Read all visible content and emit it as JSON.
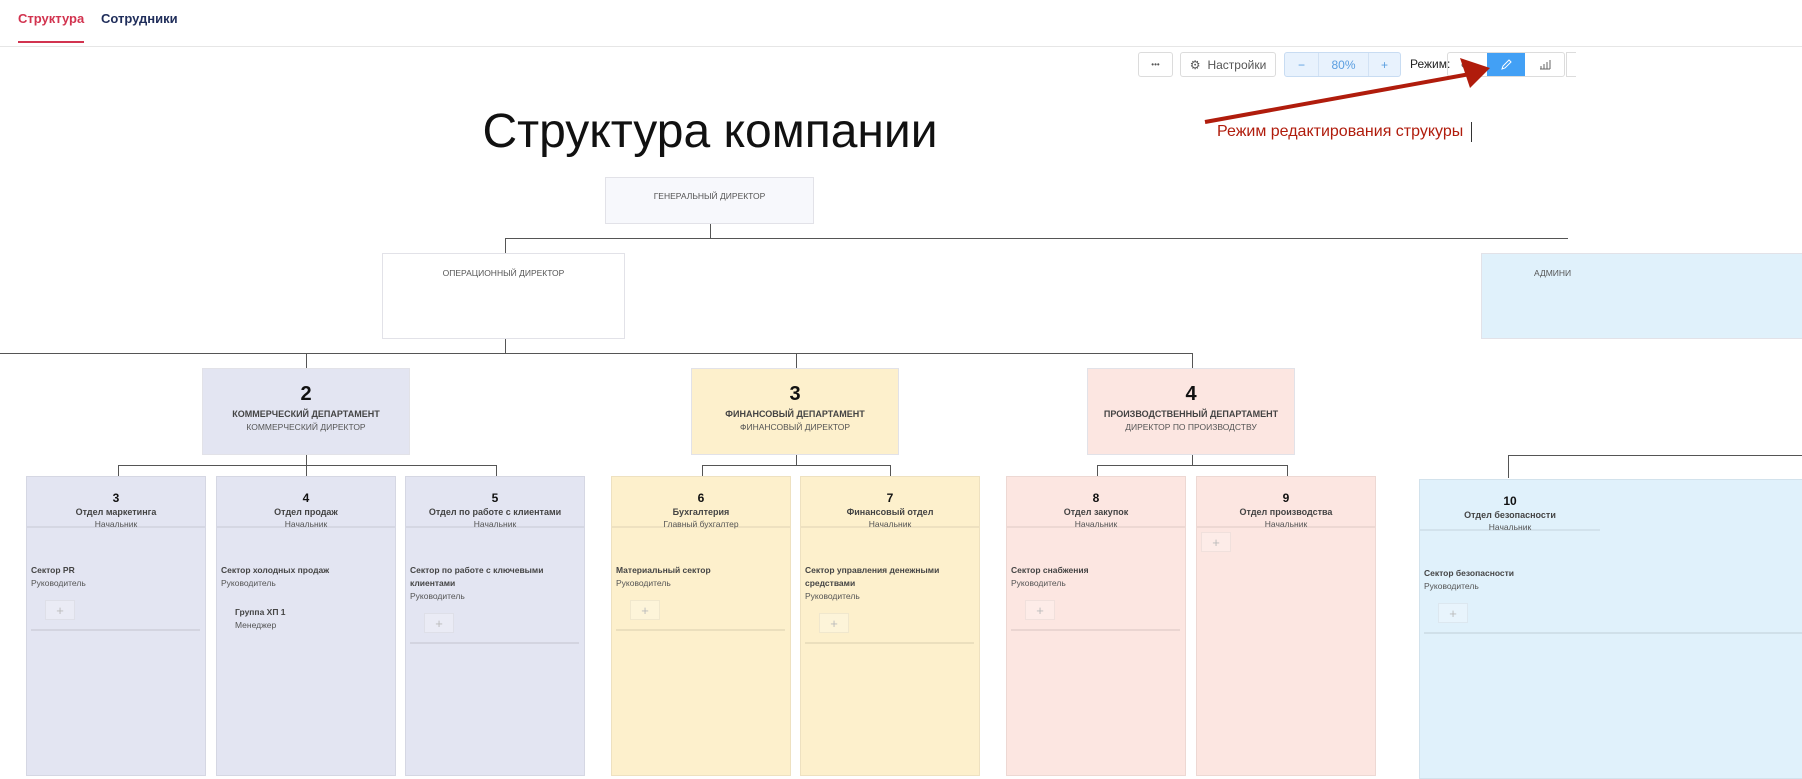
{
  "tabs": [
    {
      "label": "Структура",
      "active": true
    },
    {
      "label": "Сотрудники",
      "active": false
    }
  ],
  "toolbar": {
    "more_label": "•••",
    "settings_label": "Настройки",
    "zoom_minus": "−",
    "zoom_value": "80%",
    "zoom_plus": "+",
    "mode_label": "Режим:",
    "modes": [
      "view",
      "edit",
      "analytics"
    ],
    "active_mode": "edit",
    "accent": "#42a0f5"
  },
  "title": "Структура компании",
  "annotation": {
    "text": "Режим редактирования струкуры",
    "color": "#b01c0c"
  },
  "top": {
    "ceo": "Генеральный директор",
    "coo": "Операционный директор",
    "admin": "Админи"
  },
  "colors": {
    "commercial": "#e3e5f2",
    "finance": "#fdf0cc",
    "production": "#fce6e1",
    "admin": "#e0f1fb"
  },
  "departments": [
    {
      "num": "2",
      "name": "Коммерческий департамент",
      "head": "Коммерческий директор",
      "color": "commercial"
    },
    {
      "num": "3",
      "name": "Финансовый департамент",
      "head": "Финансовый директор",
      "color": "finance"
    },
    {
      "num": "4",
      "name": "Производственный департамент",
      "head": "Директор по производству",
      "color": "production"
    }
  ],
  "units": [
    {
      "num": "3",
      "name": "Отдел маркетинга",
      "head": "Начальник",
      "color": "commercial",
      "sectors": [
        {
          "name": "Сектор PR",
          "role": "Руководитель"
        }
      ],
      "plus": true
    },
    {
      "num": "4",
      "name": "Отдел продаж",
      "head": "Начальник",
      "color": "commercial",
      "sectors": [
        {
          "name": "Сектор холодных продаж",
          "role": "Руководитель"
        }
      ],
      "group": {
        "name": "Группа ХП 1",
        "role": "Менеджер"
      }
    },
    {
      "num": "5",
      "name": "Отдел по работе с клиентами",
      "head": "Начальник",
      "color": "commercial",
      "sectors": [
        {
          "name": "Сектор по работе с ключевыми клиентами",
          "role": "Руководитель"
        }
      ],
      "plus": true
    },
    {
      "num": "6",
      "name": "Бухгалтерия",
      "head": "Главный бухгалтер",
      "color": "finance",
      "sectors": [
        {
          "name": "Материальный сектор",
          "role": "Руководитель"
        }
      ],
      "plus": true
    },
    {
      "num": "7",
      "name": "Финансовый отдел",
      "head": "Начальник",
      "color": "finance",
      "sectors": [
        {
          "name": "Сектор управления денежными средствами",
          "role": "Руководитель"
        }
      ],
      "plus": true
    },
    {
      "num": "8",
      "name": "Отдел закупок",
      "head": "Начальник",
      "color": "production",
      "sectors": [
        {
          "name": "Сектор снабжения",
          "role": "Руководитель"
        }
      ],
      "plus": true
    },
    {
      "num": "9",
      "name": "Отдел производства",
      "head": "Начальник",
      "color": "production",
      "sectors": [],
      "plus": true
    },
    {
      "num": "10",
      "name": "Отдел безопасности",
      "head": "Начальник",
      "color": "admin",
      "sectors": [
        {
          "name": "Сектор безопасности",
          "role": "Руководитель"
        }
      ],
      "plus": true
    }
  ],
  "plus_label": "+"
}
